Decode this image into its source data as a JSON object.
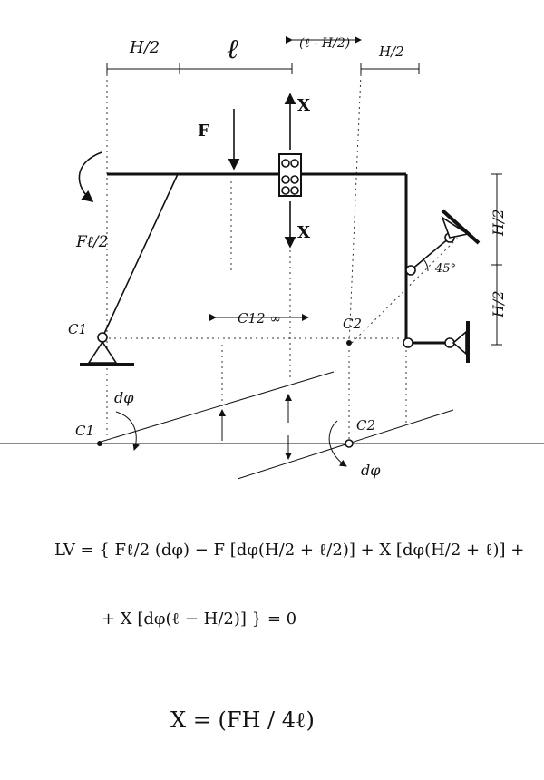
{
  "dimensions": {
    "top_h2": "H/2",
    "top_l": "ℓ",
    "top_l_minus_h2": "(ℓ - H/2)",
    "top_h2_right": "H/2",
    "right_h2_upper": "H/2",
    "right_h2_lower": "H/2"
  },
  "loads": {
    "force_label": "F",
    "moment_label": "Fℓ/2",
    "x_upper": "X",
    "x_lower": "X",
    "angle": "45°"
  },
  "centers": {
    "c1": "C1",
    "c2": "C2",
    "c12": "C12 ∞",
    "c1_lower": "C1",
    "c2_lower": "C2",
    "dphi_left": "dφ",
    "dphi_right": "dφ"
  },
  "equations": {
    "lv_line1": "LV = { Fℓ/2 (dφ) − F [dφ(H/2 + ℓ/2)] + X [dφ(H/2 + ℓ)] +",
    "lv_line2": "+ X [dφ(ℓ − H/2)] } = 0",
    "result": "X = (FH / 4ℓ)"
  }
}
